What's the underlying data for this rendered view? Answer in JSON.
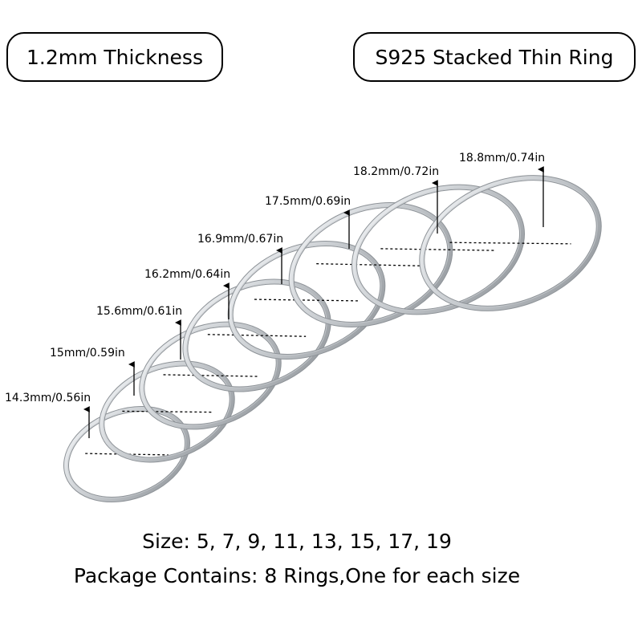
{
  "header": {
    "thickness_label": "1.2mm Thickness",
    "product_label": "S925 Stacked Thin Ring"
  },
  "rings": [
    {
      "size": 5,
      "label": "14.3mm/0.56in"
    },
    {
      "size": 7,
      "label": "15mm/0.59in"
    },
    {
      "size": 9,
      "label": "15.6mm/0.61in"
    },
    {
      "size": 11,
      "label": "16.2mm/0.64in"
    },
    {
      "size": 13,
      "label": "16.9mm/0.67in"
    },
    {
      "size": 15,
      "label": "17.5mm/0.69in"
    },
    {
      "size": 17,
      "label": "18.2mm/0.72in"
    },
    {
      "size": 19,
      "label": "18.8mm/0.74in"
    }
  ],
  "footer": {
    "sizes_line": "Size: 5, 7, 9, 11, 13, 15, 17, 19",
    "package_line": "Package Contains: 8 Rings,One for each size"
  },
  "colors": {
    "ring_metal": "#c8ccd0",
    "ring_highlight": "#f4f6f8",
    "ring_shadow": "#8e9398",
    "text": "#000000"
  }
}
